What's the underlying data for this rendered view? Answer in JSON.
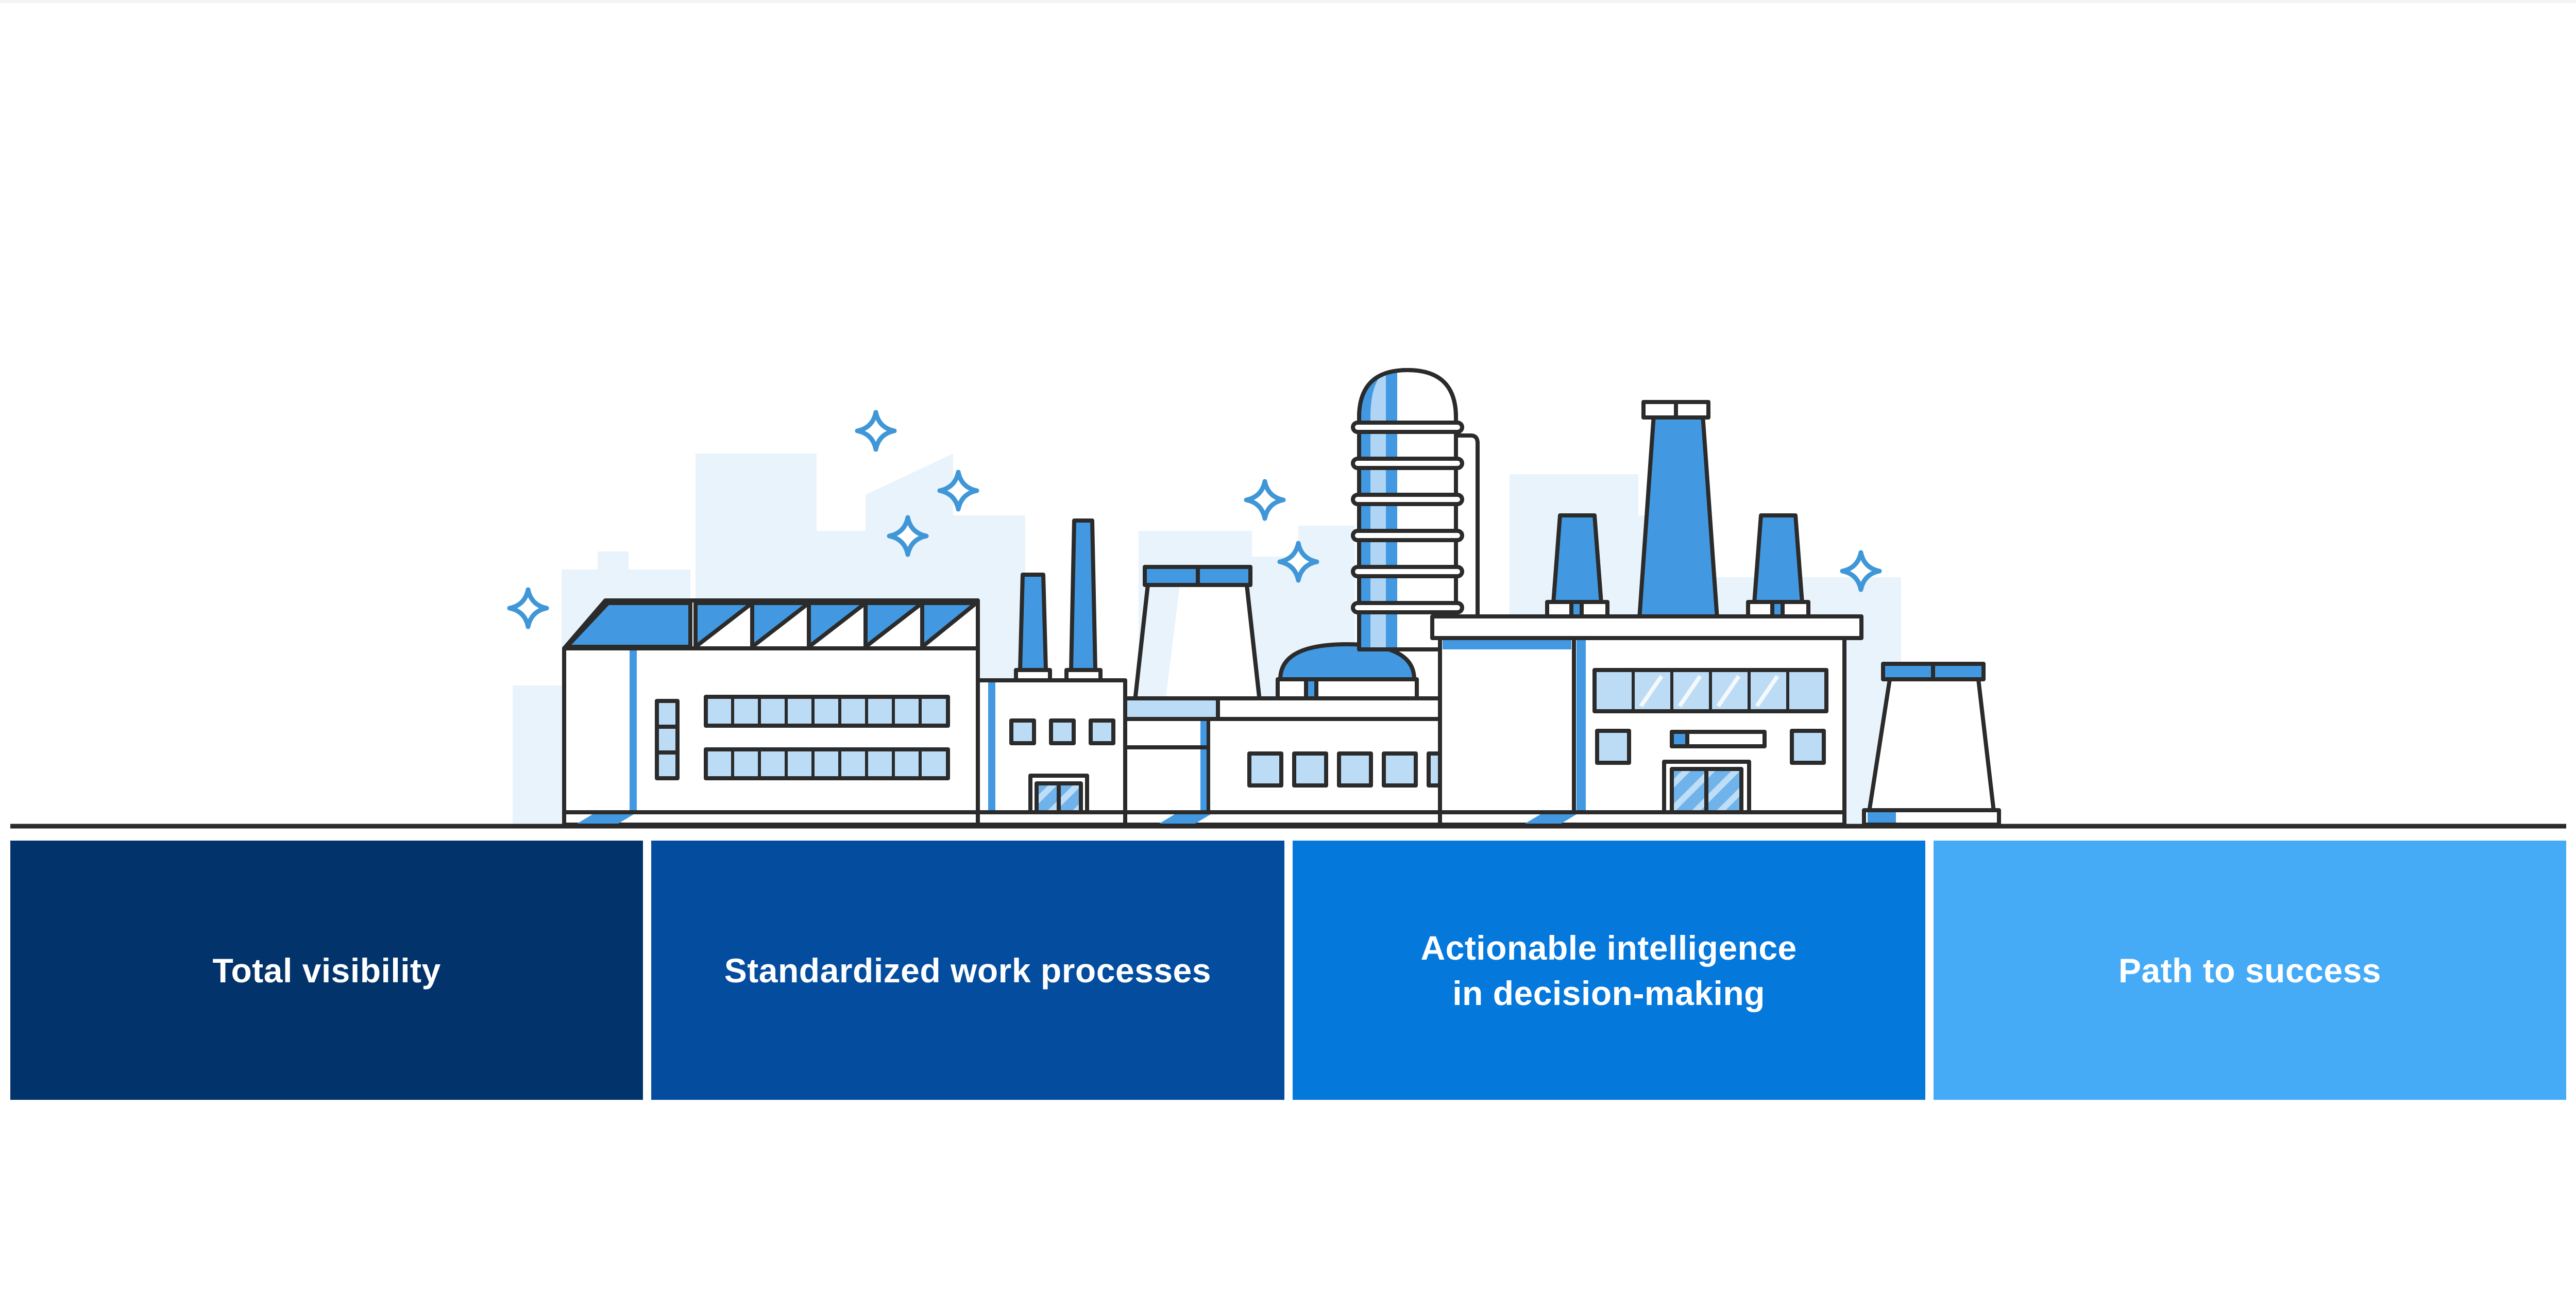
{
  "colors": {
    "card_1": "#02336a",
    "card_2": "#044c9e",
    "card_3": "#0578dc",
    "card_4": "#46abf7",
    "line": "#2b2b2b",
    "blue": "#4299e1",
    "light_blue": "#bcdcf6",
    "skyline": "#e9f3fb",
    "sparkle": "#3f97d8"
  },
  "cards": [
    {
      "label": "Total visibility"
    },
    {
      "label": "Standardized work processes"
    },
    {
      "label": "Actionable intelligence\nin decision-making"
    },
    {
      "label": "Path to success"
    }
  ]
}
